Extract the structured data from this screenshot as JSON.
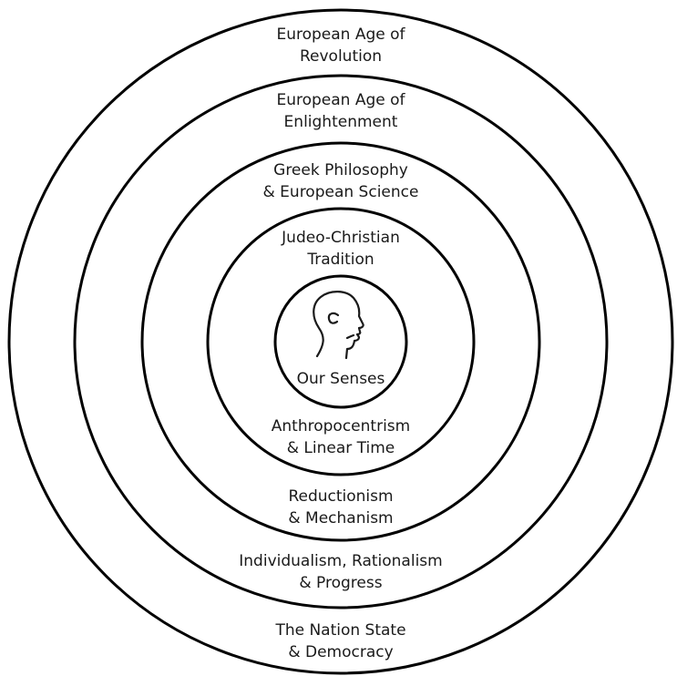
{
  "rings": [
    {
      "name": "European Age of Revolution",
      "top_label": [
        "European Age of",
        "Revolution"
      ],
      "bottom_label": [
        "The Nation State",
        "& Democracy"
      ]
    },
    {
      "name": "European Age of Enlightenment",
      "top_label": [
        "European Age of",
        "Enlightenment"
      ],
      "bottom_label": [
        "Individualism, Rationalism",
        "& Progress"
      ]
    },
    {
      "name": "Greek Philosophy & European Science",
      "top_label": [
        "Greek Philosophy",
        "& European Science"
      ],
      "bottom_label": [
        "Reductionism",
        "& Mechanism"
      ]
    },
    {
      "name": "Judeo-Christian Tradition",
      "top_label": [
        "Judeo-Christian",
        "Tradition"
      ],
      "bottom_label": [
        "Anthropocentrism",
        "& Linear Time"
      ]
    }
  ],
  "center": {
    "label": "Our Senses",
    "icon": "human-head-profile-icon"
  },
  "colors": {
    "stroke": "#000000",
    "text": "#1a1a1a",
    "background": "#ffffff"
  }
}
